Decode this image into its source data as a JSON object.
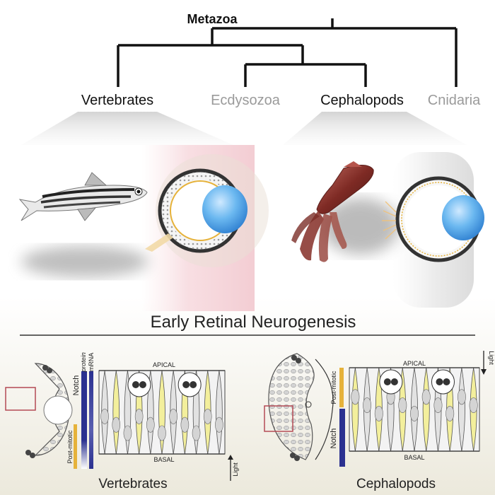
{
  "tree": {
    "root_label": "Metazoa",
    "taxa": [
      "Vertebrates",
      "Ecdysozoa",
      "Cephalopods",
      "Cnidaria"
    ]
  },
  "section_title": "Early Retinal Neurogenesis",
  "vertebrate_panel": {
    "bar_labels": {
      "notch": "Notch",
      "post_mitotic": "Post-mitotic",
      "protein": "protein",
      "mrna": "mRNA"
    },
    "apical": "APICAL",
    "basal": "BASAL",
    "light": "Light",
    "caption": "Vertebrates"
  },
  "cephalopod_panel": {
    "bar_labels": {
      "notch": "Notch",
      "post_mitotic": "Post-mitotic"
    },
    "apical": "APICAL",
    "basal": "BASAL",
    "light": "Light",
    "caption": "Cephalopods"
  },
  "colors": {
    "tree_line": "#111111",
    "muted_taxon": "#9a9a9a",
    "notch_blue": "#2b3190",
    "post_mitotic_yellow": "#e6b23a",
    "cell_gray": "#d9d9d9",
    "yellow_cell": "#f3ef9c",
    "lens_blue": "#4aa3e8"
  }
}
